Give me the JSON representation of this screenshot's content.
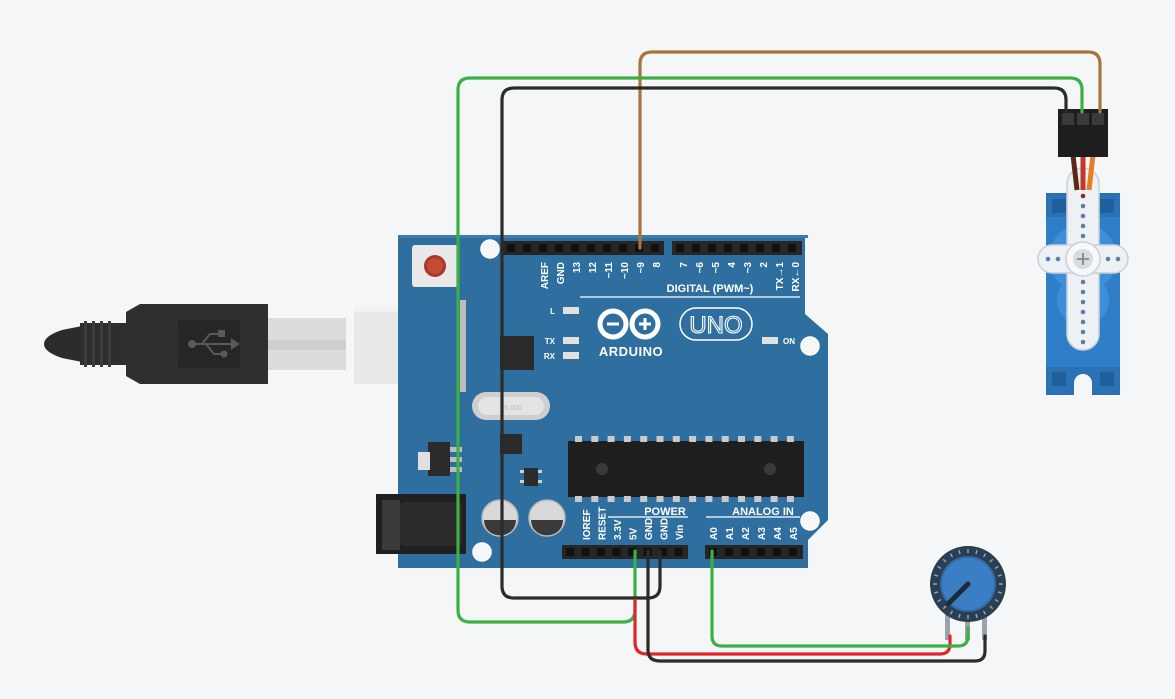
{
  "board": {
    "name": "ARDUINO",
    "model": "UNO",
    "digital_label": "DIGITAL (PWM~)",
    "power_label": "POWER",
    "analog_label": "ANALOG IN",
    "on_label": "ON",
    "led_labels": [
      "L",
      "TX",
      "RX"
    ],
    "digital_pins_left": [
      "AREF",
      "GND",
      "13",
      "12",
      "~11",
      "~10",
      "~9",
      "8"
    ],
    "digital_pins_right": [
      "7",
      "~6",
      "~5",
      "4",
      "~3",
      "2",
      "TX→1",
      "RX←0"
    ],
    "power_pins": [
      "IOREF",
      "RESET",
      "3.3V",
      "5V",
      "GND",
      "GND",
      "Vin"
    ],
    "analog_pins": [
      "A0",
      "A1",
      "A2",
      "A3",
      "A4",
      "A5"
    ]
  },
  "colors": {
    "board": "#2f6f9f",
    "wire_signal": "#a8743f",
    "wire_power": "#3bb143",
    "wire_ground": "#2b2b2b",
    "wire_pot_power": "#e0262b",
    "wire_pot_signal": "#3bb143"
  },
  "components": [
    {
      "name": "usb-cable"
    },
    {
      "name": "servo-motor"
    },
    {
      "name": "potentiometer"
    }
  ],
  "icons": [
    "usb-symbol-icon",
    "arduino-infinity-logo-icon"
  ]
}
